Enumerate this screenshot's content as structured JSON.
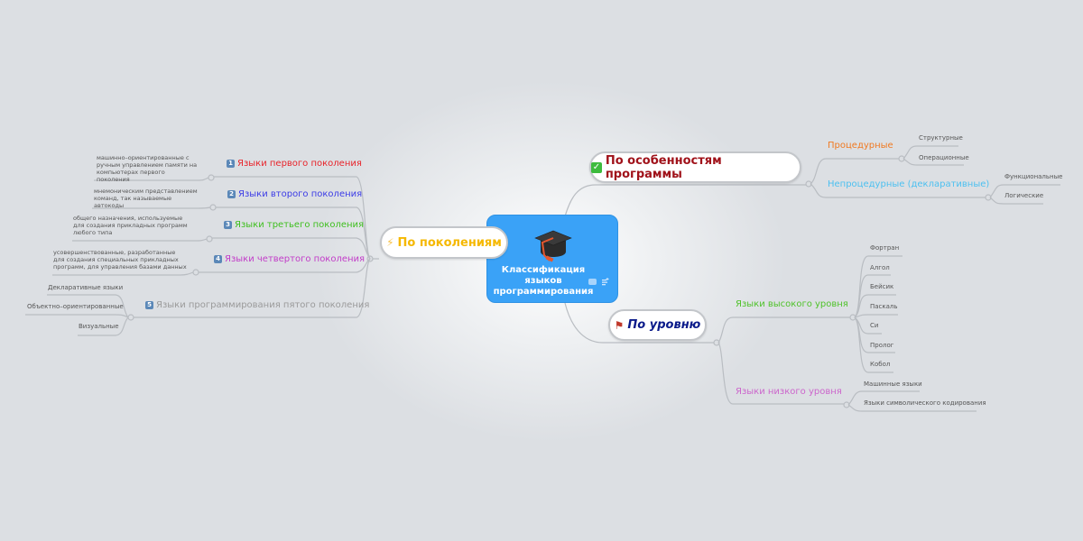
{
  "central": {
    "title_lines": [
      "Классификация",
      "языков",
      "программирования"
    ],
    "icon": "graduation-cap-icon",
    "extra_icons": [
      "image-icon",
      "notes-icon"
    ],
    "color": "#3aa2f7"
  },
  "branches": {
    "generations": {
      "label": "По поколениям",
      "icon": "lightning-icon",
      "color": "#f5b800",
      "children": [
        {
          "badge": "1",
          "label": "Языки первого поколения",
          "color": "#e8232a",
          "note": "машинно–ориентированные с ручным управлением памяти на компьютерах первого поколения"
        },
        {
          "badge": "2",
          "label": "Языки второго поколения",
          "color": "#3c3ce6",
          "note": "мнемоническим представлением команд, так называемые автокоды"
        },
        {
          "badge": "3",
          "label": "Языки третьего поколения",
          "color": "#3fbf1f",
          "note": "общего назначения, используемые для создания прикладных программ любого типа"
        },
        {
          "badge": "4",
          "label": "Языки четвертого поколения",
          "color": "#c23cc8",
          "note": "усовершенствованные, разработанные для создания специальных прикладных программ, для управления базами данных"
        },
        {
          "badge": "5",
          "label": "Языки программирования пятого поколения",
          "color": "#9a9a9a",
          "leaves": [
            "Декларативные языки",
            "Объектно–ориентированные",
            "Визуальные"
          ]
        }
      ]
    },
    "features": {
      "label": "По особенностям программы",
      "icon": "checkbox-checked-icon",
      "color": "#a0121a",
      "children": [
        {
          "label": "Процедурные",
          "color": "#f07a22",
          "leaves": [
            "Структурные",
            "Операционные"
          ]
        },
        {
          "label": "Непроцедурные (декларативные)",
          "color": "#4cc0f0",
          "leaves": [
            "Функциональные",
            "Логические"
          ]
        }
      ]
    },
    "level": {
      "label": "По уровню",
      "icon": "flag-icon",
      "color": "#0a1a8a",
      "children": [
        {
          "label": "Языки высокого уровня",
          "color": "#4fc22a",
          "leaves": [
            "Фортран",
            "Алгол",
            "Бейсик",
            "Паскаль",
            "Си",
            "Пролог",
            "Кобол"
          ]
        },
        {
          "label": "Языки низкого уровня",
          "color": "#cc66cc",
          "leaves": [
            "Машинные языки",
            "Языки символического кодирования"
          ]
        }
      ]
    }
  }
}
